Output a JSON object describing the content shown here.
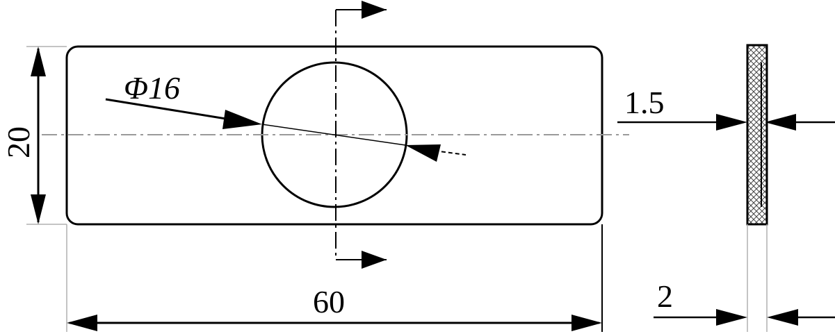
{
  "drawing": {
    "dimensions": {
      "diameter": "Φ16",
      "height": "20",
      "length": "60",
      "thickness_inner": "1.5",
      "thickness_outer": "2"
    },
    "colors": {
      "line": "#000000",
      "centerline": "#9a9a9a",
      "extension": "#b0b0b0",
      "hatch": "#444444"
    }
  }
}
